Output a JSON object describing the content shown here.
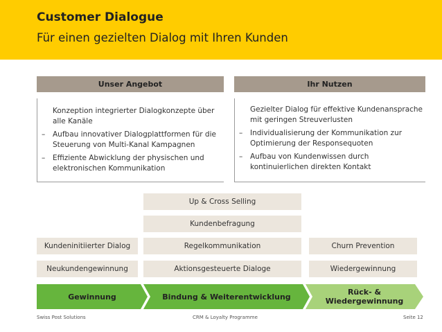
{
  "header": {
    "title": "Customer Dialogue",
    "subtitle": "Für einen gezielten Dialog mit Ihren Kunden"
  },
  "columns": {
    "left": {
      "heading": "Unser Angebot",
      "items": [
        "Konzeption integrierter Dialogkonzepte über alle Kanäle",
        "Aufbau innovativer Dialogplattformen für die Steuerung von Multi-Kanal Kampagnen",
        "Effiziente Abwicklung der physischen und elektronischen Kommunikation"
      ]
    },
    "right": {
      "heading": "Ihr Nutzen",
      "items": [
        "Gezielter Dialog für effektive Kundenansprache mit geringen Streuverlusten",
        "Individualisierung der Kommunikation zur Optimierung der Responsequoten",
        "Aufbau von Kundenwissen durch kontinuierlichen direkten Kontakt"
      ]
    },
    "dash": "–"
  },
  "activities": {
    "up_cross_selling": "Up & Cross Selling",
    "kundenbefragung": "Kundenbefragung",
    "kundeninitiierter_dialog": "Kundeninitiierter Dialog",
    "regelkommunikation": "Regelkommunikation",
    "churn_prevention": "Churn Prevention",
    "neukundengewinnung": "Neukundengewinnung",
    "aktionsgesteuerte_dialoge": "Aktionsgesteuerte Dialoge",
    "wiedergewinnung": "Wiedergewinnung"
  },
  "phases": {
    "gewinnung": "Gewinnung",
    "bindung": "Bindung & Weiterentwicklung",
    "rueckgewinnung_line1": "Rück- &",
    "rueckgewinnung_line2": "Wiedergewinnung"
  },
  "footer": {
    "left": "Swiss Post Solutions",
    "center": "CRM & Loyalty Programme",
    "right": "Seite 12"
  },
  "colors": {
    "header_bg": "#ffcc00",
    "column_head_bg": "#a69a8d",
    "activity_bg": "#ece6dd",
    "phase_green": "#66b53d",
    "phase_light_green": "#a8d27a"
  }
}
